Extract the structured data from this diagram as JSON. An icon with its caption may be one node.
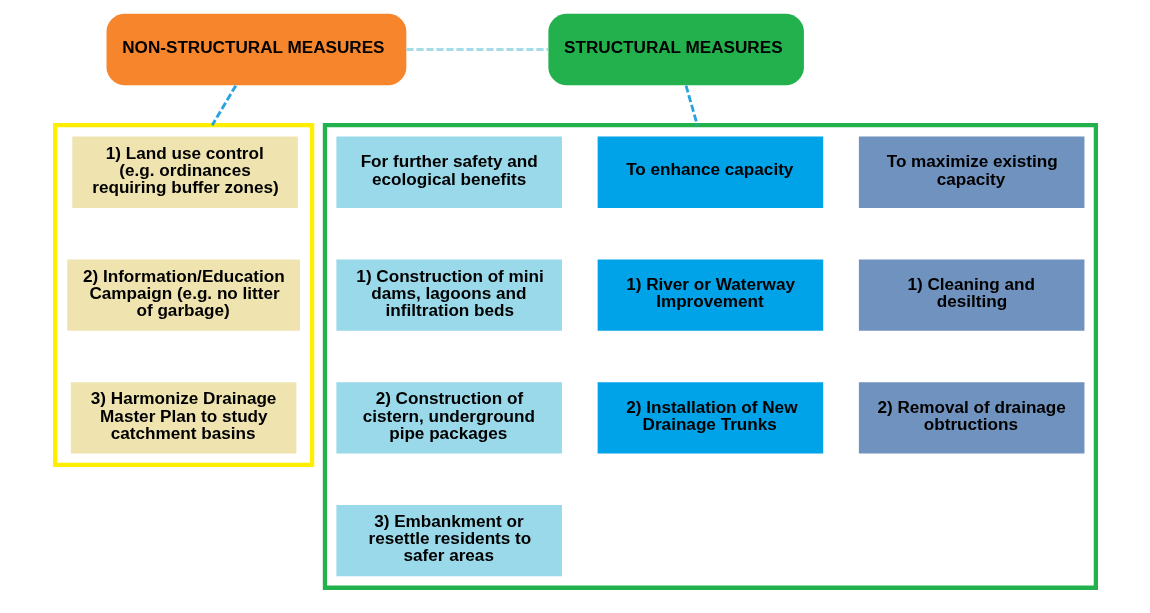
{
  "diagram": {
    "nodes": [
      {
        "text": [
          "NON-STRUCTURAL MEASURES"
        ]
      },
      {
        "text": [
          "STRUCTURAL MEASURES"
        ]
      },
      {
        "text": [],
        "shape": "box"
      },
      {
        "text": [
          "1) Land use control (e.g. ordinances requiring buffer zones)"
        ],
        "in": 2
      },
      {
        "text": [
          "2) Information/Education Campaign (e.g. no litter of garbage)"
        ],
        "in": 2
      },
      {
        "text": [
          "3) Harmonize Drainage Master Plan to study catchment basins"
        ],
        "in": 2
      },
      {
        "text": [],
        "shape": "box"
      },
      {
        "text": [
          "To maximize existing capacity"
        ],
        "in": 6
      },
      {
        "text": [
          "To enhance capacity"
        ],
        "in": 6
      },
      {
        "text": [
          "For further safety and ecological benefits"
        ],
        "in": 6
      },
      {
        "text": [
          "1) Cleaning and desilting"
        ],
        "in": 6
      },
      {
        "text": [
          "2) Removal of drainage obtructions"
        ],
        "in": 6
      },
      {
        "text": [
          "1) River or Waterway Improvement"
        ],
        "in": 6
      },
      {
        "text": [
          "2) Installation of New Drainage Trunks"
        ],
        "in": 6
      },
      {
        "text": [
          "1) Construction of mini dams, lagoons and infiltration beds"
        ],
        "in": 6
      },
      {
        "text": [
          "2) Construction of cistern, underground pipe packages"
        ],
        "in": 6
      },
      {
        "text": [
          "3) Embankment or resettle residents to safer areas"
        ],
        "in": 6
      }
    ],
    "edges": [
      {
        "from": 0,
        "to": 1,
        "arrow": "none",
        "style": "dashed",
        "color": "#a6dbe8"
      },
      {
        "from": 0,
        "to": 2,
        "arrow": "none",
        "style": "dashed"
      },
      {
        "from": 1,
        "to": 6,
        "arrow": "none",
        "style": "dashed"
      }
    ]
  }
}
